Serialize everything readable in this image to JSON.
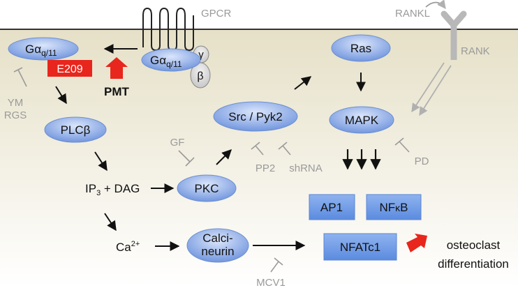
{
  "colors": {
    "membrane_top": "#e6e0c7",
    "cytoplasm_bottom": "#ffffff",
    "membrane_line": "#333333",
    "node_fill_light": "#dbe6fb",
    "node_fill_dark": "#6a90dc",
    "box_fill": "#6b9be6",
    "highlight_red": "#e8261d",
    "inhibitor_grey": "#9a9a9a",
    "text_dark": "#111111"
  },
  "labels": {
    "gpcr": "GPCR",
    "rankl": "RANKL",
    "rank": "RANK",
    "galpha_left_main": "Gα",
    "galpha_left_sub": "q/11",
    "galpha_right_main": "Gα",
    "galpha_right_sub": "q/11",
    "gamma": "γ",
    "beta": "β",
    "e209": "E209",
    "pmt": "PMT",
    "ym": "YM",
    "rgs": "RGS",
    "plcb": "PLCβ",
    "ip3_main": "IP",
    "ip3_sub": "3",
    "ip3_rest": " + DAG",
    "pkc": "PKC",
    "gf": "GF",
    "src_pyk2": "Src / Pyk2",
    "pp2": "PP2",
    "shrna": "shRNA",
    "ras": "Ras",
    "mapk": "MAPK",
    "pd": "PD",
    "ca_main": "Ca",
    "ca_sup": "2+",
    "calcineurin_1": "Calci-",
    "calcineurin_2": "neurin",
    "mcv1": "MCV1",
    "ap1": "AP1",
    "nfkb_pre": "NF",
    "nfkb_kappa": "κ",
    "nfkb_post": "B",
    "nfatc1": "NFATc1",
    "osteoclast_1": "osteoclast",
    "osteoclast_2": "differentiation"
  },
  "icons": {
    "membrane_receptor": "gpcr-serpentine-icon",
    "rank_receptor": "y-shaped-receptor-icon",
    "pmt_arrow": "red-block-arrow-up-icon",
    "output_arrow": "red-block-arrow-right-icon"
  }
}
